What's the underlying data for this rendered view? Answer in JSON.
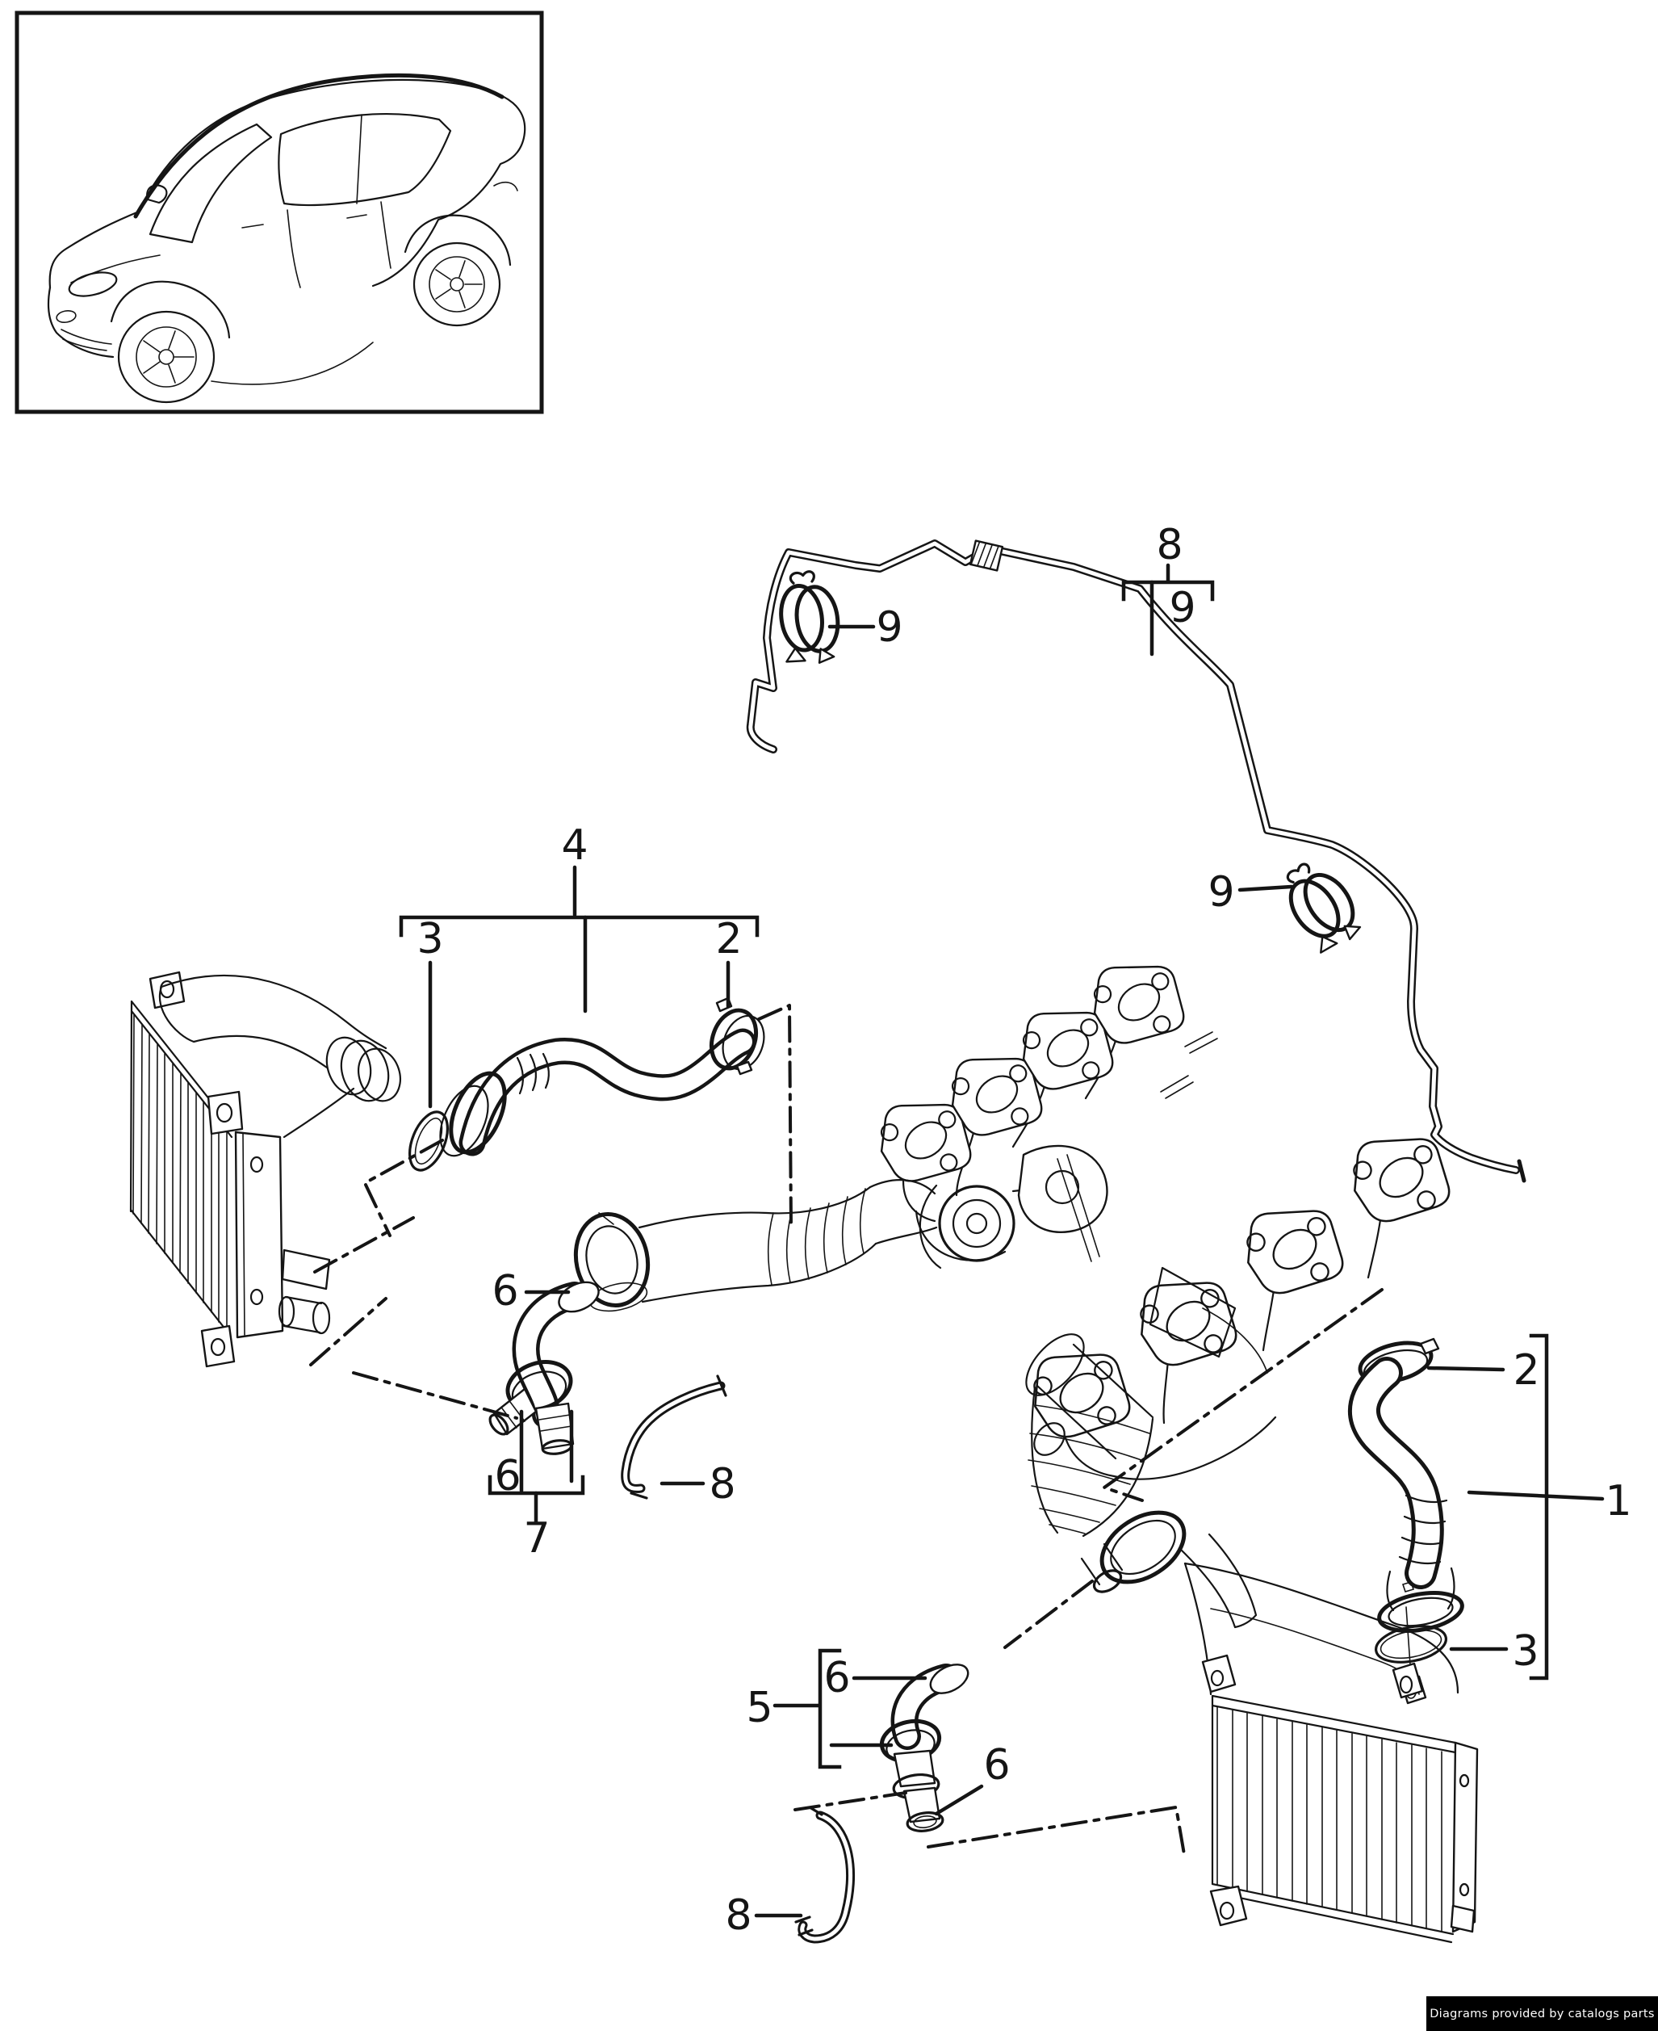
{
  "badge": {
    "text": "Diagrams provided by catalogs parts",
    "bg": "#000000",
    "fg": "#ffffff"
  },
  "callouts": {
    "c8_top": {
      "label": "8"
    },
    "c9_bracket": {
      "label": "9"
    },
    "c9_left": {
      "label": "9"
    },
    "c9_mid": {
      "label": "9"
    },
    "c4": {
      "label": "4"
    },
    "c3_left": {
      "label": "3"
    },
    "c2_left": {
      "label": "2"
    },
    "c6_top": {
      "label": "6"
    },
    "c6_bottom": {
      "label": "6"
    },
    "c7": {
      "label": "7"
    },
    "c8_mid": {
      "label": "8"
    },
    "c5": {
      "label": "5"
    },
    "c6_g5a": {
      "label": "6"
    },
    "c6_g5b": {
      "label": "6"
    },
    "c8_bottom": {
      "label": "8"
    },
    "c2_right": {
      "label": "2"
    },
    "c1": {
      "label": "1"
    },
    "c3_right": {
      "label": "3"
    }
  }
}
